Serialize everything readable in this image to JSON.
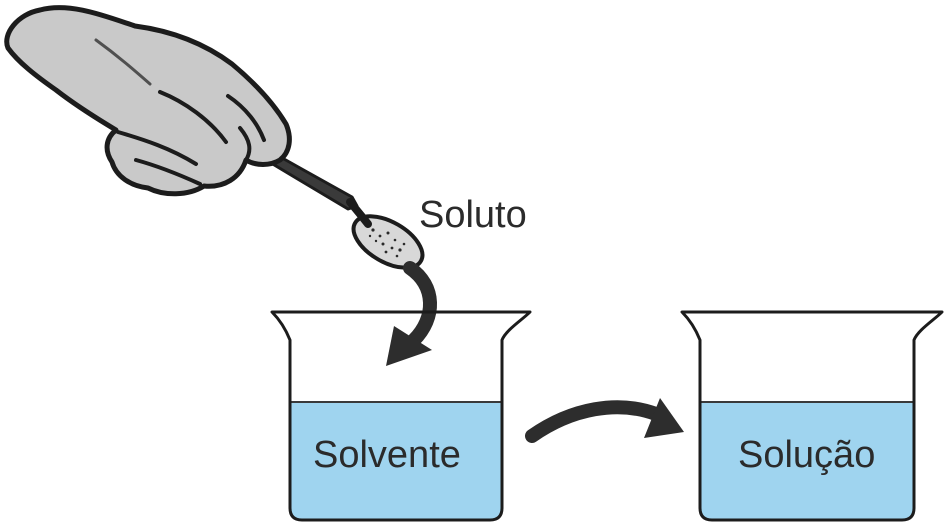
{
  "labels": {
    "solute": "Soluto",
    "solvent": "Solvente",
    "solution": "Solução"
  },
  "colors": {
    "liquid": "#9fd4ef",
    "liquid_line": "#3a3a3a",
    "outline": "#1c1c1c",
    "hand_fill": "#c9c9c9",
    "arrow": "#2d2d2d"
  },
  "icons": {
    "hand": "hand-holding-spoon-icon",
    "spoon": "spoon-icon",
    "arrow_down": "curved-arrow-down-icon",
    "arrow_right": "curved-arrow-right-icon",
    "beaker": "beaker-icon"
  }
}
